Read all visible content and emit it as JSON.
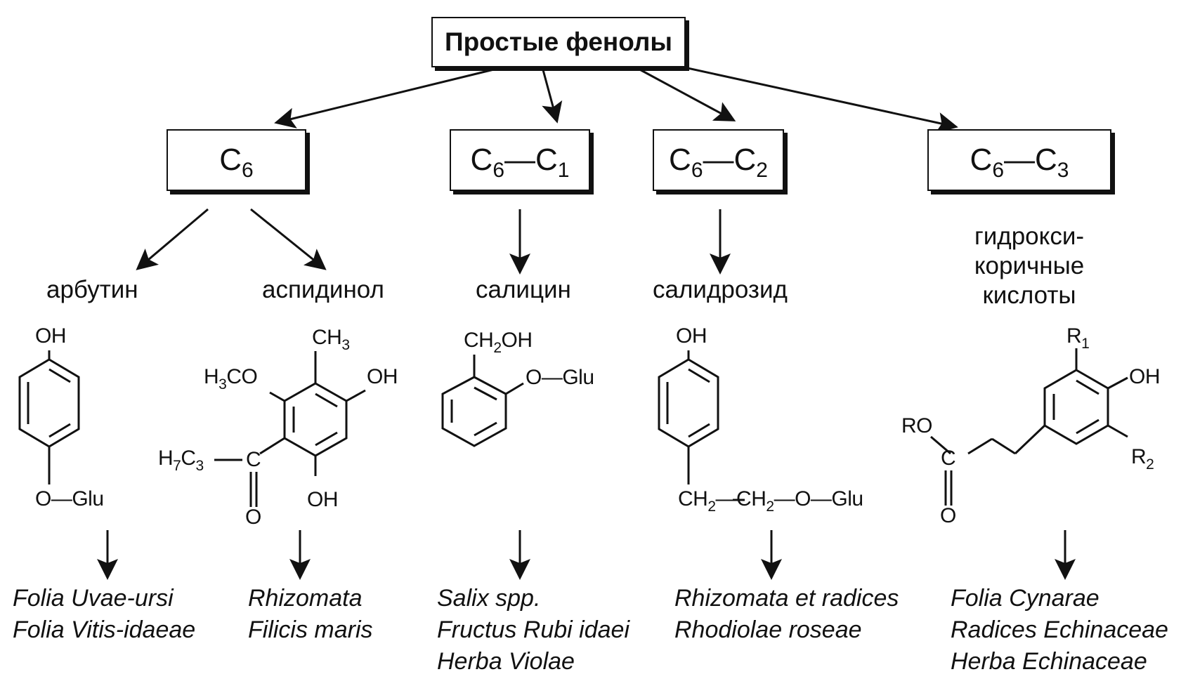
{
  "root": {
    "label": "Простые фенолы"
  },
  "categories": [
    {
      "main": "C",
      "sub": "6",
      "tail": "",
      "tail_sub": ""
    },
    {
      "main": "C",
      "sub": "6",
      "tail": "—C",
      "tail_sub": "1"
    },
    {
      "main": "C",
      "sub": "6",
      "tail": "—C",
      "tail_sub": "2"
    },
    {
      "main": "C",
      "sub": "6",
      "tail": "—C",
      "tail_sub": "3"
    }
  ],
  "compounds": [
    {
      "name": "арбутин"
    },
    {
      "name": "аспидинол"
    },
    {
      "name": "салицин"
    },
    {
      "name": "салидрозид"
    },
    {
      "name": "гидрокси-",
      "name2": "коричные",
      "name3": "кислоты"
    }
  ],
  "labels": {
    "oh": "OH",
    "o": "O",
    "glu": "Glu",
    "dash": "—",
    "ch": "CH",
    "h": "H",
    "c": "C",
    "ro": "RO",
    "r": "R",
    "n1": "1",
    "n2": "2",
    "n3": "3",
    "n7": "7",
    "co": "CO",
    "oglu": "O—Glu"
  },
  "sources": [
    {
      "lines": [
        "Folia Uvae-ursi",
        "Folia Vitis-idaeae"
      ]
    },
    {
      "lines": [
        "Rhizomata",
        "Filicis maris"
      ]
    },
    {
      "lines": [
        "Salix spp.",
        "Fructus Rubi idaei",
        "Herba Violae"
      ]
    },
    {
      "lines": [
        "Rhizomata et radices",
        "Rhodiolae roseae"
      ]
    },
    {
      "lines": [
        "Folia Cynarae",
        "Radices Echinaceae",
        "Herba Echinaceae"
      ]
    }
  ]
}
